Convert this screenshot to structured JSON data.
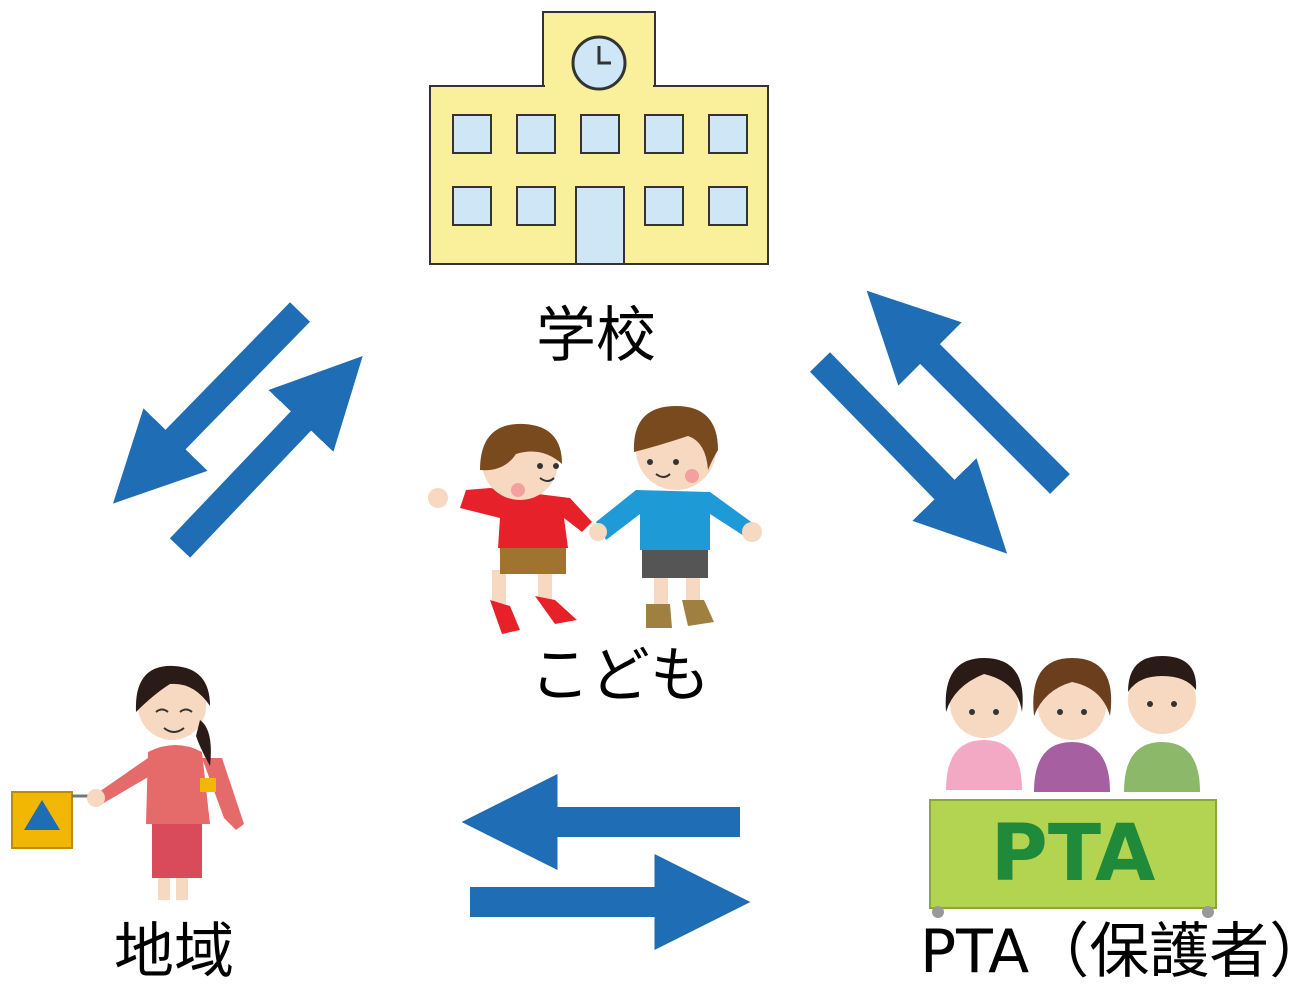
{
  "nodes": {
    "school": "学校",
    "children": "こども",
    "community": "地域",
    "pta": "PTA（保護者）"
  },
  "pta_banner": "PTA",
  "colors": {
    "arrow": "#1f6db4",
    "school_wall": "#faef9b",
    "school_window": "#cfe6f6",
    "pta_banner": "#b3d450",
    "pta_text": "#1f8a3a"
  }
}
